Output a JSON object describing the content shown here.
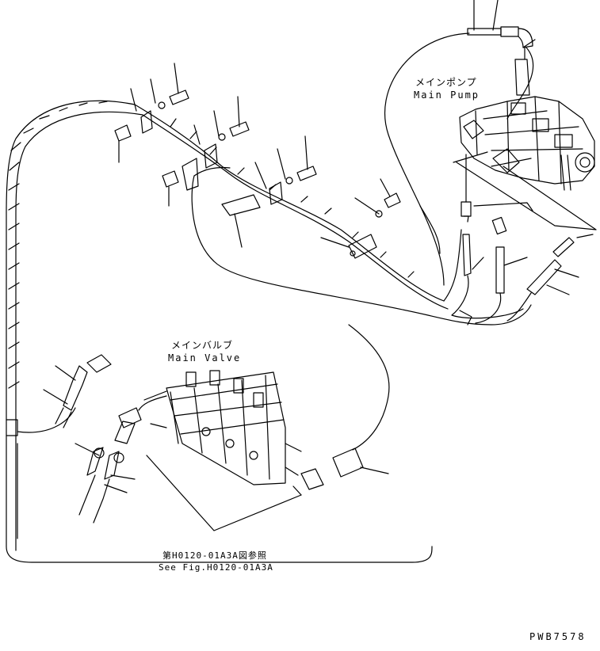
{
  "labels": {
    "main_pump_ja": "メインポンプ",
    "main_pump_en": "Main Pump",
    "main_valve_ja": "メインバルブ",
    "main_valve_en": "Main Valve",
    "see_fig_ja": "第H0120-01A3A図参照",
    "see_fig_en": "See Fig.H0120-01A3A",
    "drawing_code": "PWB7578"
  }
}
